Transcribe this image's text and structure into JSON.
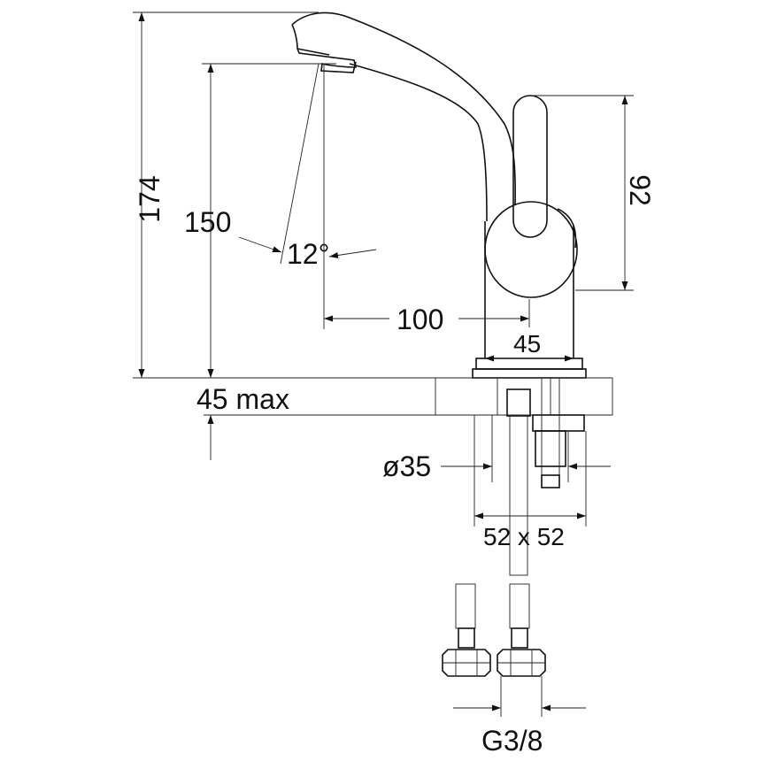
{
  "dimensions": {
    "height_total": "174",
    "height_spout": "150",
    "angle": "12°",
    "reach": "100",
    "lever_height": "92",
    "base_width": "45",
    "max_thickness": "45 max",
    "hole_diameter": "ø35",
    "base_size": "52 x 52",
    "thread": "G3/8"
  }
}
